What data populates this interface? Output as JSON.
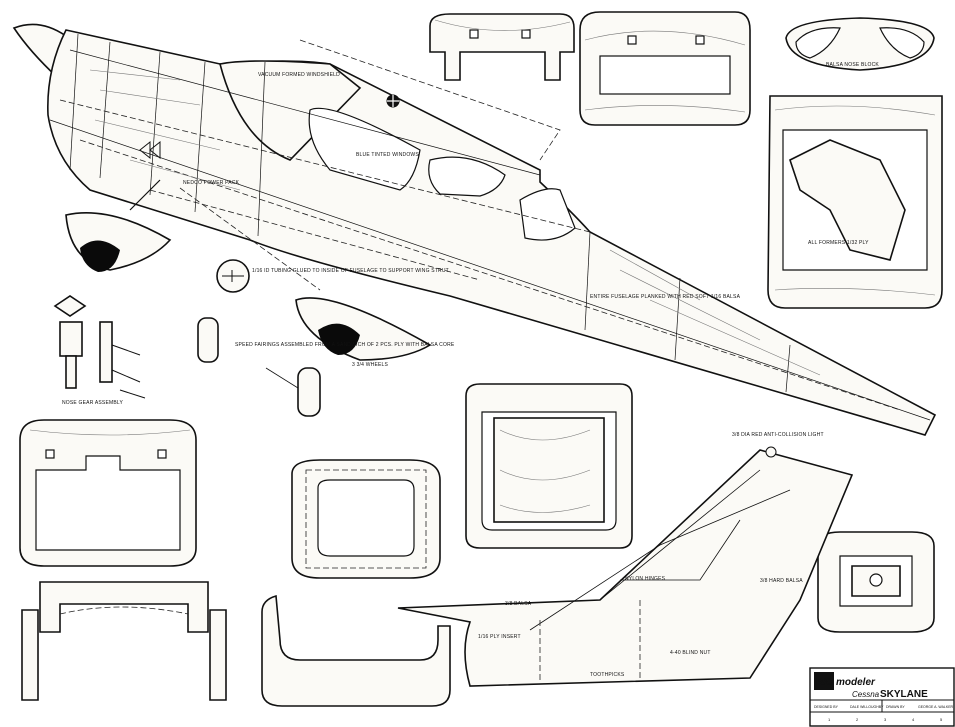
{
  "labels": {
    "windshield": "VACUUM FORMED WINDSHIELD",
    "windows": "BLUE TINTED WINDOWS",
    "power_pack": "NEDCO POWER PACK",
    "fuselage_note": "ENTIRE FUSELAGE PLANKED WITH RED SOFT 1/16 BALSA",
    "tubing_note": "1/16 ID TUBING GLUED TO INSIDE OF FUSELAGE TO SUPPORT WING STRUT",
    "wheel_pants_note": "SPEED FAIRINGS ASSEMBLED FROM A SANDWICH OF 2 PCS. PLY WITH BALSA CORE",
    "wheels": "3 3/4 WHEELS",
    "nose_gear": "NOSE GEAR ASSEMBLY",
    "nose_block": "BALSA NOSE BLOCK",
    "formers": "ALL FORMERS 1/32 PLY",
    "anti_collision": "3/8 DIA RED ANTI-COLLISION LIGHT",
    "hard_balsa": "3/8 HARD BALSA",
    "balsa_tail": "3/8 BALSA",
    "nylon_hinges": "NYLON HINGES",
    "ply_insert": "1/16 PLY INSERT",
    "blind_nut": "4-40 BLIND NUT",
    "tooth_picks": "TOOTHPICKS"
  },
  "title_block": {
    "brand_prefix": "R/C",
    "brand": "modeler",
    "maker": "Cessna",
    "model": "SKYLANE",
    "designed_by_label": "DESIGNED BY",
    "designer": "DALE WILLOUGHBY",
    "drawn_by_label": "DRAWN BY",
    "drafter": "GEORGE A. WALKER",
    "sheet_cells": [
      "1",
      "2",
      "3",
      "4",
      "5"
    ]
  },
  "colors": {
    "line": "#111111",
    "paper": "#ffffff",
    "wood": "#fbfaf6",
    "wheel": "#0a0a0a"
  }
}
